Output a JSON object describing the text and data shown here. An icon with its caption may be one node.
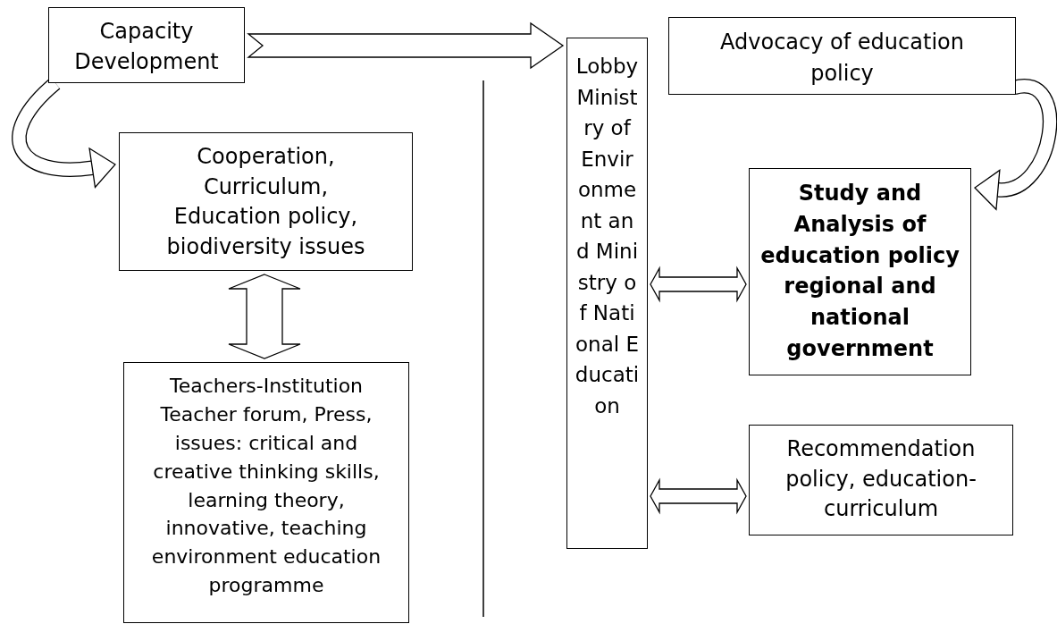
{
  "diagram": {
    "nodes": [
      {
        "text": [
          "Capacity Development"
        ]
      },
      {
        "text": [
          "Cooperation, Curriculum, Education policy, biodiversity issues"
        ]
      },
      {
        "text": [
          "Teachers-Institution Teacher forum, Press, issues: critical and creative thinking skills, learning theory, innovative, teaching environment education programme"
        ]
      },
      {
        "text": [
          "Lobby Ministry of Environment and Ministry of National Education"
        ]
      },
      {
        "text": [
          "Advocacy of education policy"
        ]
      },
      {
        "text": [
          "Study and Analysis of education policy regional and national government"
        ]
      },
      {
        "text": [
          "Recommendation policy, education-curriculum"
        ]
      }
    ],
    "edges": [
      {
        "from": 0,
        "to": 1,
        "arrow": "to"
      },
      {
        "from": 1,
        "to": 2,
        "arrow": "both"
      },
      {
        "from": 0,
        "to": 3,
        "arrow": "to"
      },
      {
        "from": 4,
        "to": 5,
        "arrow": "to"
      },
      {
        "from": 3,
        "to": 5,
        "arrow": "both"
      },
      {
        "from": 3,
        "to": 6,
        "arrow": "both"
      }
    ]
  }
}
